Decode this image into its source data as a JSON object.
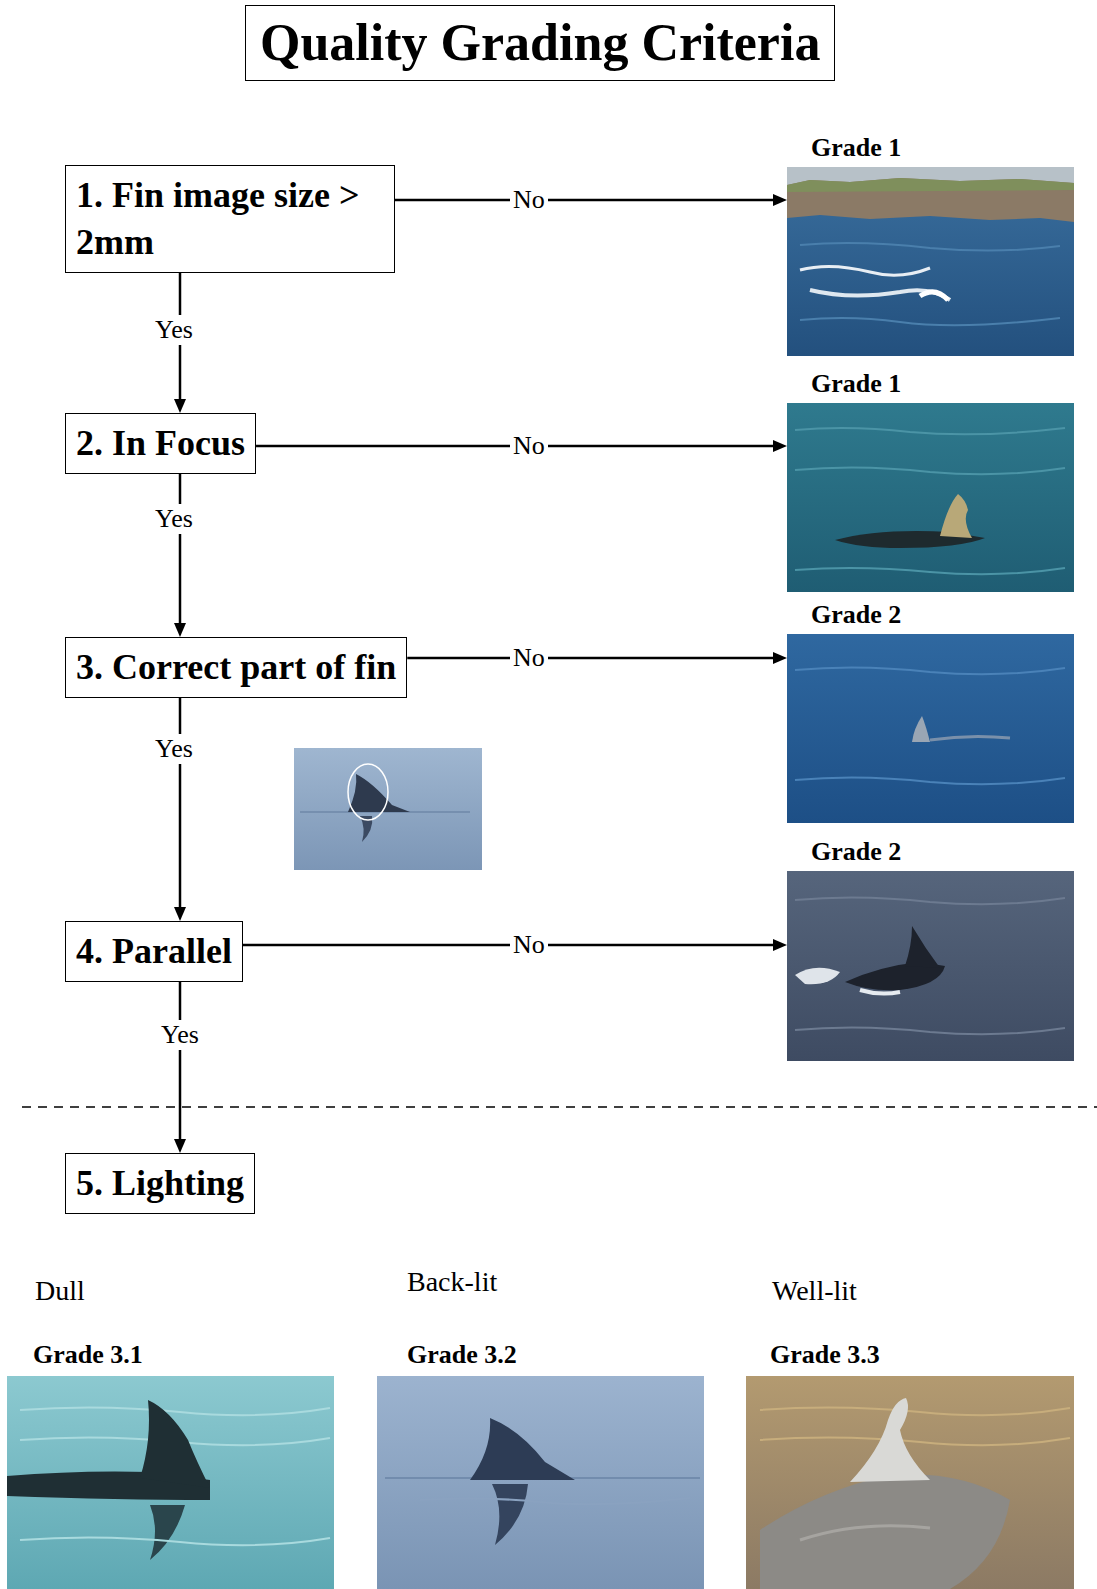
{
  "diagram": {
    "title": "Quality Grading Criteria",
    "nodes": [
      {
        "text": [
          "1. Fin image size > 2mm"
        ]
      },
      {
        "text": [
          "2. In Focus"
        ]
      },
      {
        "text": [
          "3. Correct part of fin"
        ]
      },
      {
        "text": [
          "4. Parallel"
        ]
      },
      {
        "text": [
          "5. Lighting"
        ]
      },
      {
        "text": [
          "Grade 1"
        ]
      },
      {
        "text": [
          "Grade 1"
        ]
      },
      {
        "text": [
          "Grade 2"
        ]
      },
      {
        "text": [
          "Grade 2"
        ]
      },
      {
        "text": [
          "Dull",
          "Grade 3.1"
        ]
      },
      {
        "text": [
          "Back-lit",
          "Grade 3.2"
        ]
      },
      {
        "text": [
          "Well-lit",
          "Grade 3.3"
        ]
      }
    ],
    "edges": [
      {
        "from": 0,
        "to": 1,
        "label": "Yes",
        "arrow": "to"
      },
      {
        "from": 1,
        "to": 2,
        "label": "Yes",
        "arrow": "to"
      },
      {
        "from": 2,
        "to": 3,
        "label": "Yes",
        "arrow": "to"
      },
      {
        "from": 3,
        "to": 4,
        "label": "Yes",
        "arrow": "to"
      },
      {
        "from": 0,
        "to": 5,
        "label": "No",
        "arrow": "to"
      },
      {
        "from": 1,
        "to": 6,
        "label": "No",
        "arrow": "to"
      },
      {
        "from": 2,
        "to": 7,
        "label": "No",
        "arrow": "to"
      },
      {
        "from": 3,
        "to": 8,
        "label": "No",
        "arrow": "to"
      }
    ]
  }
}
